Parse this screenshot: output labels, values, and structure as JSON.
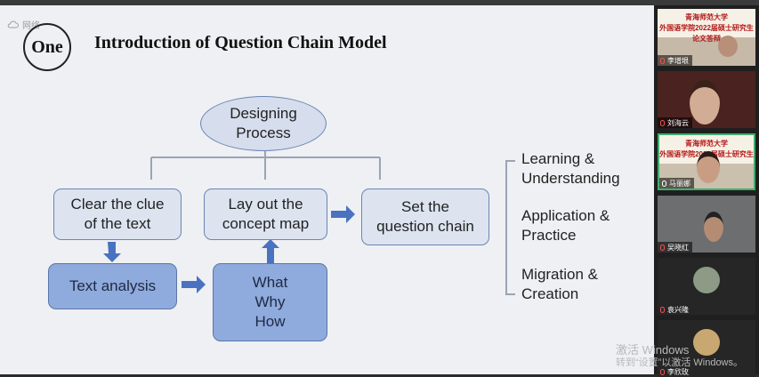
{
  "slide": {
    "cloud_label": "网络",
    "section_number": "One",
    "title": "Introduction of Question Chain Model",
    "ellipse": "Designing\nProcess",
    "boxes": {
      "clue": "Clear the clue\nof the text",
      "concept": "Lay out the\nconcept map",
      "chain": "Set the\nquestion chain",
      "analysis": "Text analysis",
      "whywhat": "What\nWhy\nHow"
    },
    "goals": [
      "Learning &\nUnderstanding",
      "Application &\nPractice",
      "Migration &\nCreation"
    ],
    "colors": {
      "light_box": "#dde4f0",
      "dark_box": "#8faadc",
      "arrow": "#4a72c0"
    }
  },
  "participants": [
    {
      "name": "李增垠",
      "banner": "青海师范大学\n外国语学院2022届硕士研究生\n论文答辩",
      "mic": "muted"
    },
    {
      "name": "刘海云",
      "mic": "muted"
    },
    {
      "name": "马丽娜",
      "banner": "青海师范大学\n外国语学院2022届硕士研究生",
      "mic": "active",
      "active": true
    },
    {
      "name": "吴晓红",
      "mic": "muted"
    },
    {
      "name": "袁兴隆",
      "mic": "muted"
    },
    {
      "name": "李欣玫",
      "mic": "muted"
    }
  ],
  "watermark": {
    "line1": "激活 Windows",
    "line2": "转到“设置”以激活 Windows。"
  }
}
